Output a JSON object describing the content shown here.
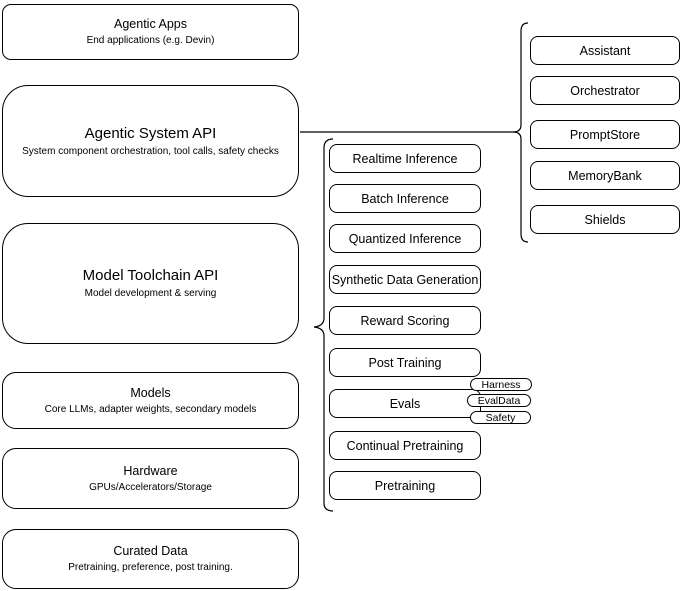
{
  "diagram": {
    "layers": [
      {
        "id": "agentic-apps",
        "title": "Agentic Apps",
        "subtitle": "End applications (e.g. Devin)"
      },
      {
        "id": "agentic-system-api",
        "title": "Agentic System API",
        "subtitle": "System component orchestration, tool calls, safety checks"
      },
      {
        "id": "model-toolchain-api",
        "title": "Model Toolchain API",
        "subtitle": "Model development & serving"
      },
      {
        "id": "models",
        "title": "Models",
        "subtitle": "Core LLMs, adapter weights, secondary models"
      },
      {
        "id": "hardware",
        "title": "Hardware",
        "subtitle": "GPUs/Accelerators/Storage"
      },
      {
        "id": "curated-data",
        "title": "Curated Data",
        "subtitle": "Pretraining, preference, post training."
      }
    ],
    "toolchain_components": [
      "Realtime Inference",
      "Batch Inference",
      "Quantized Inference",
      "Synthetic Data Generation",
      "Reward Scoring",
      "Post Training",
      "Evals",
      "Continual Pretraining",
      "Pretraining"
    ],
    "evals_tags": [
      "Harness",
      "EvalData",
      "Safety"
    ],
    "system_components": [
      "Assistant",
      "Orchestrator",
      "PromptStore",
      "MemoryBank",
      "Shields"
    ],
    "colors": {
      "stroke": "#000000",
      "canvas": "#ffffff"
    }
  }
}
